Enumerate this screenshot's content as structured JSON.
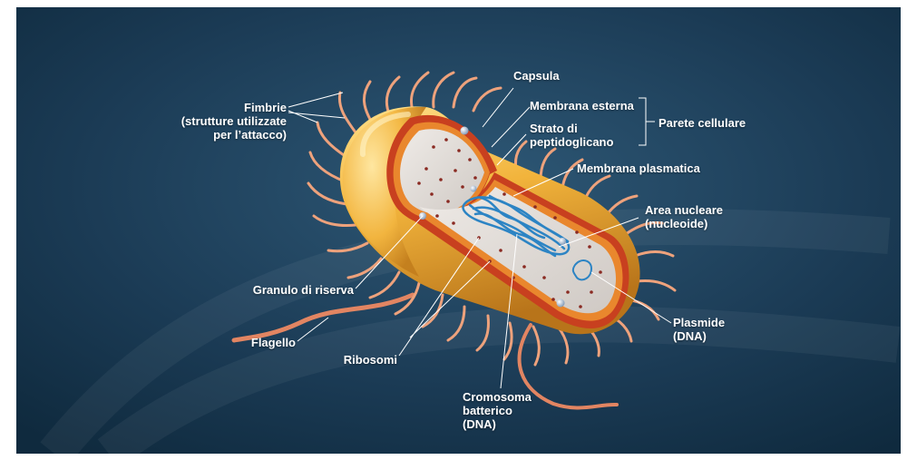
{
  "labels": {
    "capsula": "Capsula",
    "membrana_esterna": "Membrana esterna",
    "strato_peptidoglicano": "Strato di\npeptidoglicano",
    "parete_cellulare": "Parete cellulare",
    "membrana_plasmatica": "Membrana plasmatica",
    "area_nucleare": "Area nucleare\n(nucleoide)",
    "fimbrie": "Fimbrie\n(strutture utilizzate\nper l’attacco)",
    "granulo_riserva": "Granulo di riserva",
    "flagello": "Flagello",
    "ribosomi": "Ribosomi",
    "plasmide": "Plasmide\n(DNA)",
    "cromosoma": "Cromosoma\nbatterico\n(DNA)"
  },
  "colors": {
    "background_dark": "#0f2a3e",
    "background_light": "#2e5876",
    "capsule": "#f2b43c",
    "cell_wall": "#c8401f",
    "cytoplasm": "#ddd8d3",
    "dna": "#2c84c4",
    "fimbriae": "#eea27c",
    "leader_line": "#ffffff"
  }
}
